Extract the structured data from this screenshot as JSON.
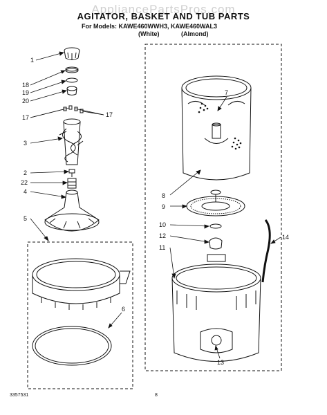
{
  "watermark": "AppliancePartsPros.com",
  "title": "AGITATOR, BASKET AND TUB PARTS",
  "models_line": "For Models: KAWE460WWH3, KAWE460WAL3",
  "variant_white": "(White)",
  "variant_almond": "(Almond)",
  "doc_number": "3357531",
  "page_number": "8",
  "callouts": [
    "1",
    "18",
    "19",
    "20",
    "17",
    "17",
    "3",
    "2",
    "22",
    "4",
    "5",
    "6",
    "7",
    "8",
    "9",
    "10",
    "12",
    "11",
    "14",
    "13"
  ]
}
